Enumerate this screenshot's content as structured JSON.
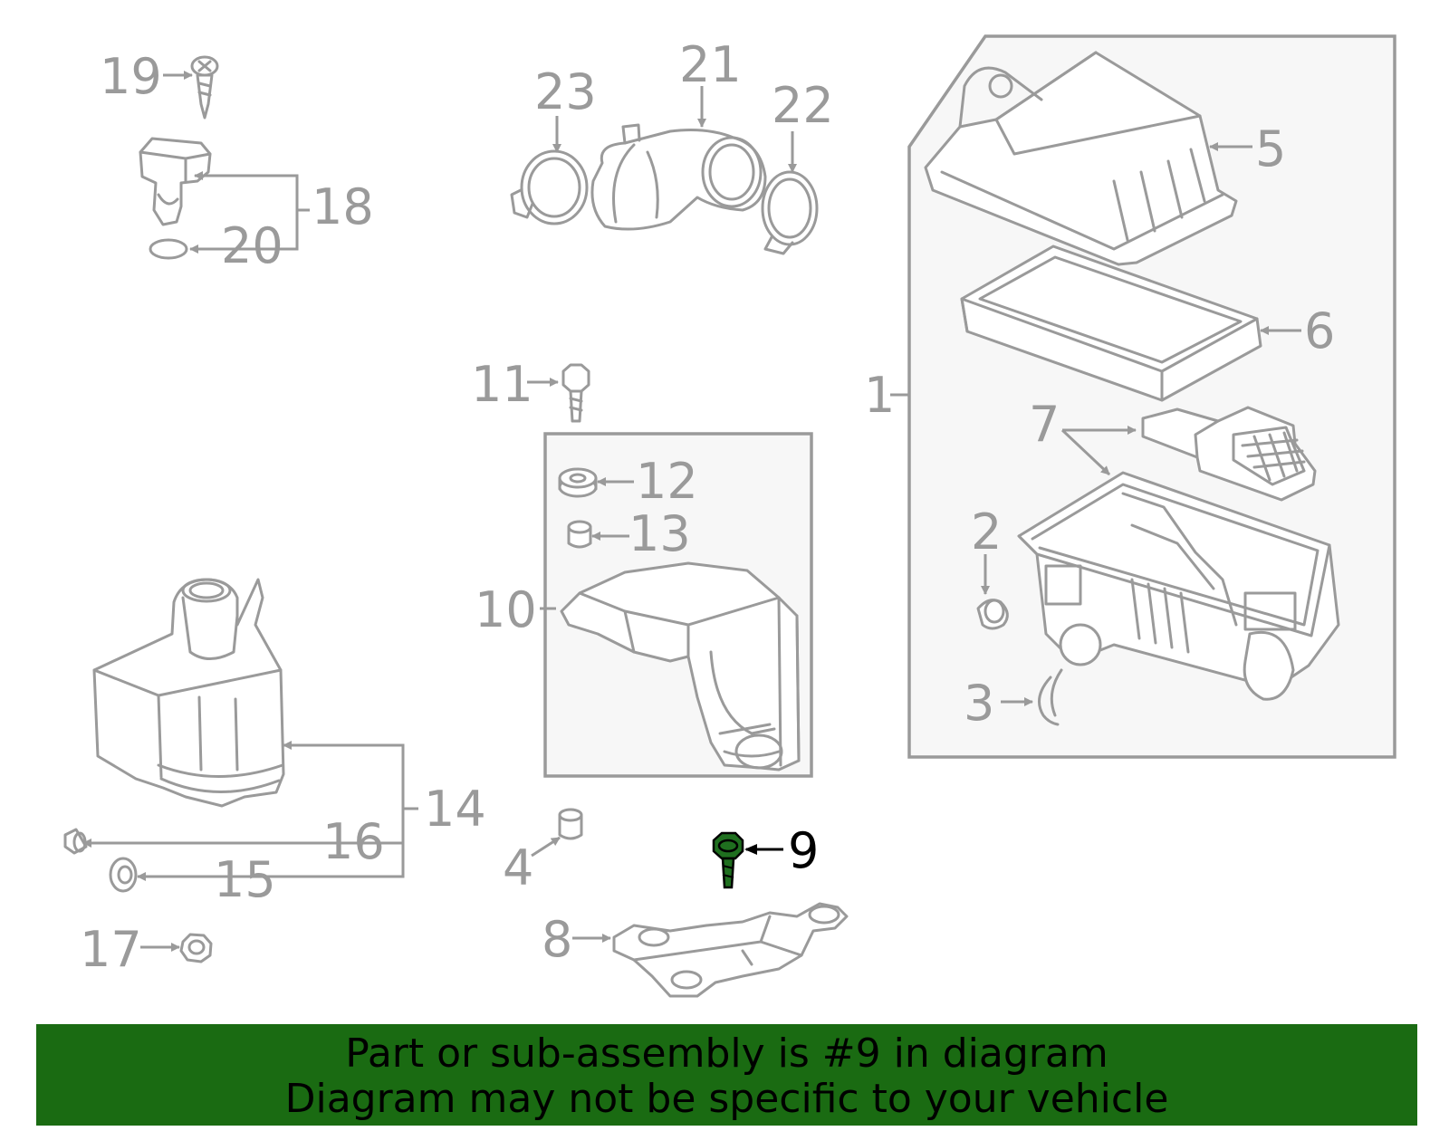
{
  "highlight_color": "#1a6b12",
  "banner": {
    "line1": "Part or sub-assembly is #9 in diagram",
    "line2": "Diagram may not be specific to your vehicle"
  },
  "callouts": {
    "c1": "1",
    "c2": "2",
    "c3": "3",
    "c4": "4",
    "c5": "5",
    "c6": "6",
    "c7": "7",
    "c8": "8",
    "c9": "9",
    "c10": "10",
    "c11": "11",
    "c12": "12",
    "c13": "13",
    "c14": "14",
    "c15": "15",
    "c16": "16",
    "c17": "17",
    "c18": "18",
    "c19": "19",
    "c20": "20",
    "c21": "21",
    "c22": "22",
    "c23": "23"
  }
}
